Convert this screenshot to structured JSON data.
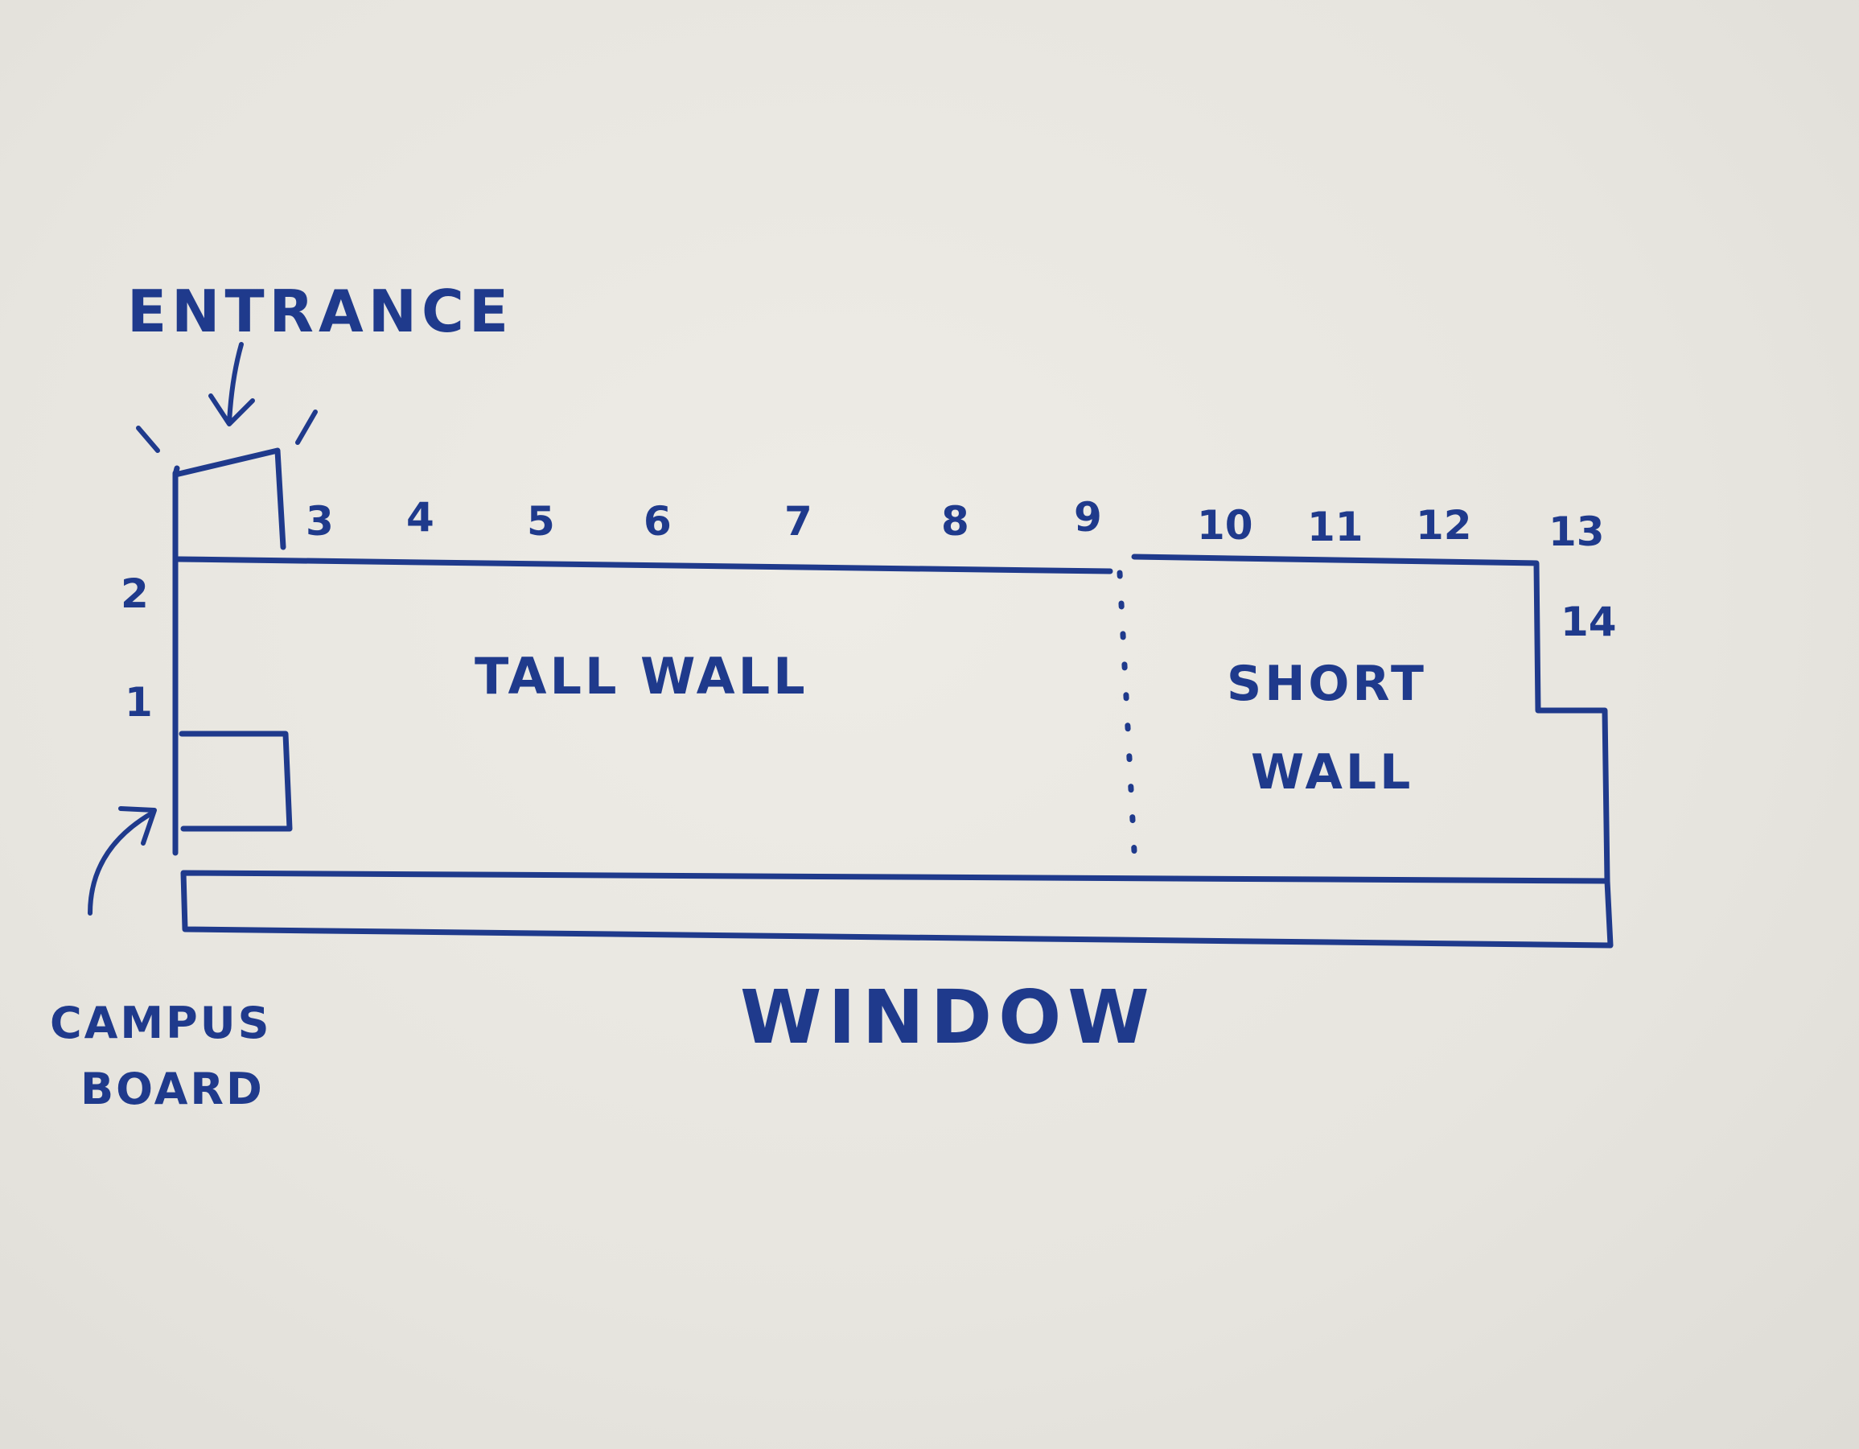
{
  "diagram": {
    "labels": {
      "entrance": "ENTRANCE",
      "tall_wall": "TALL WALL",
      "short_wall_line1": "SHORT",
      "short_wall_line2": "WALL",
      "window": "WINDOW",
      "campus_board_line1": "CAMPUS",
      "campus_board_line2": "BOARD"
    },
    "wall_numbers": [
      "1",
      "2",
      "3",
      "4",
      "5",
      "6",
      "7",
      "8",
      "9",
      "10",
      "11",
      "12",
      "13",
      "14"
    ],
    "ink_color": "#1f3a8c"
  }
}
